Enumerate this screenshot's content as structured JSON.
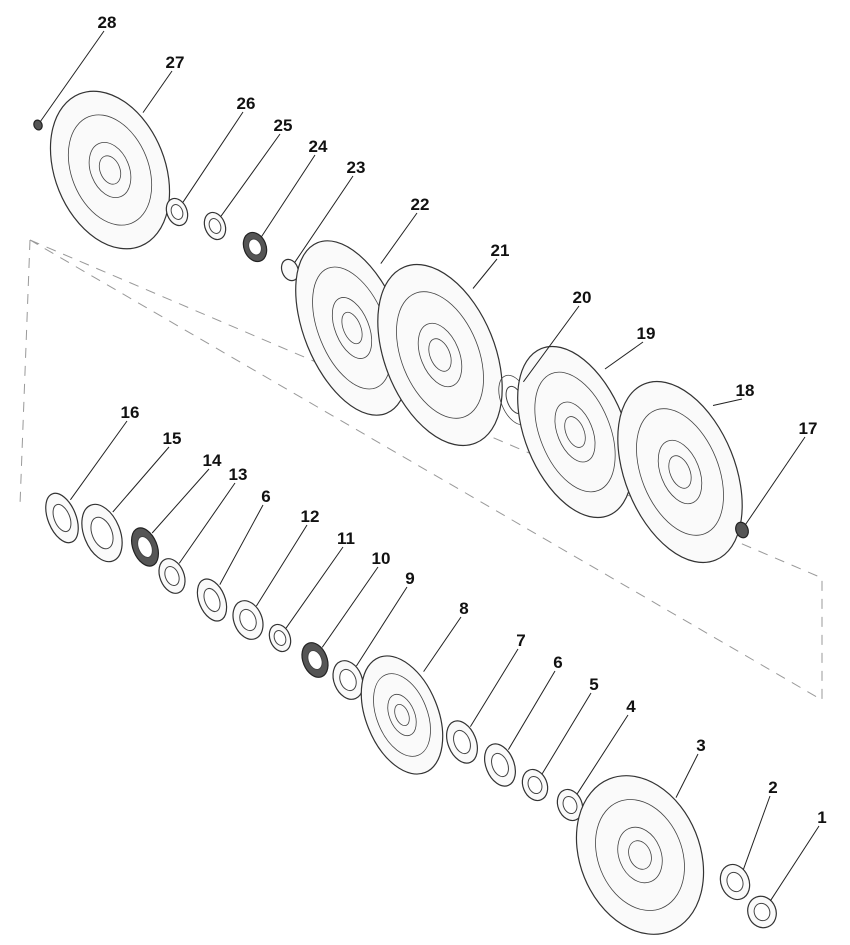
{
  "diagram": {
    "type": "exploded-parts-view",
    "labels": [
      "28",
      "27",
      "26",
      "25",
      "24",
      "23",
      "22",
      "21",
      "20",
      "19",
      "18",
      "17",
      "16",
      "15",
      "14",
      "13",
      "6",
      "12",
      "11",
      "10",
      "9",
      "8",
      "7",
      "6",
      "5",
      "4",
      "3",
      "2",
      "1"
    ]
  }
}
